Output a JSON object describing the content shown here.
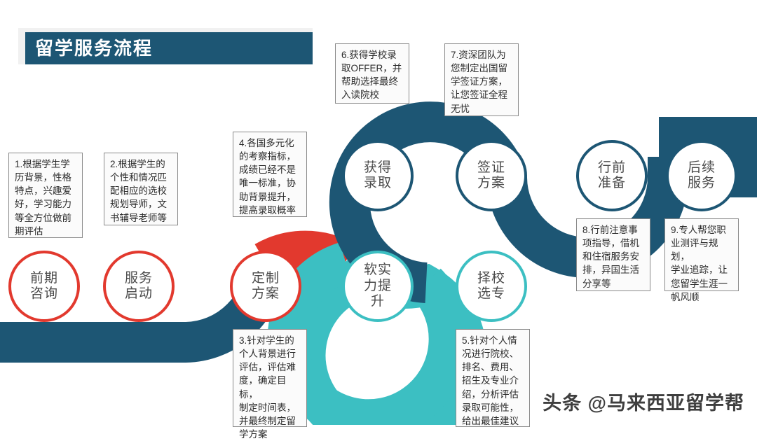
{
  "header": {
    "title": "留学服务流程"
  },
  "colors": {
    "navy": "#1d5674",
    "red": "#e2392e",
    "teal": "#3cbfc2",
    "title_bar": "#1d5674",
    "title_text": "#ffffff",
    "note_border": "#8a8a8a",
    "node_text": "#4a4a4a",
    "background": "#ffffff"
  },
  "nodes": [
    {
      "id": "pre-consult",
      "label": "前期\n咨询",
      "ring": "red"
    },
    {
      "id": "service-start",
      "label": "服务\n启动",
      "ring": "red"
    },
    {
      "id": "custom-plan",
      "label": "定制\n方案",
      "ring": "red"
    },
    {
      "id": "soft-skill",
      "label": "软实\n力提\n升",
      "ring": "teal"
    },
    {
      "id": "school-major",
      "label": "择校\n选专",
      "ring": "teal"
    },
    {
      "id": "admission",
      "label": "获得\n录取",
      "ring": "navy"
    },
    {
      "id": "visa-plan",
      "label": "签证\n方案",
      "ring": "navy"
    },
    {
      "id": "pre-departure",
      "label": "行前\n准备",
      "ring": "navy"
    },
    {
      "id": "follow-up",
      "label": "后续\n服务",
      "ring": "navy"
    }
  ],
  "notes": [
    {
      "id": "note-1",
      "text": "1.根据学生学\n历背景，性格\n特点，兴趣爱\n好，学习能力\n等全方位做前\n期评估"
    },
    {
      "id": "note-2",
      "text": "2.根据学生的\n个性和情况匹\n配相应的选校\n规划导师，文\n书辅导老师等"
    },
    {
      "id": "note-3",
      "text": "3.针对学生的\n个人背景进行\n评估，评估难\n度，确定目标，\n制定时间表，\n并最终制定留\n学方案"
    },
    {
      "id": "note-4",
      "text": "4.各国多元化\n的考察指标，\n成绩已经不是\n唯一标准，协\n助背景提升，\n提高录取概率"
    },
    {
      "id": "note-5",
      "text": "5.针对个人情\n况进行院校、\n排名、费用、\n招生及专业介\n绍，分析评估\n录取可能性，\n给出最佳建议"
    },
    {
      "id": "note-6",
      "text": "6.获得学校录\n取OFFER，并\n帮助选择最终\n入读院校"
    },
    {
      "id": "note-7",
      "text": "7.资深团队为\n您制定出国留\n学签证方案，\n让您签证全程\n无忧"
    },
    {
      "id": "note-8",
      "text": "8.行前注意事\n项指导，借机\n和住宿服务安\n排，异国生活\n分享等"
    },
    {
      "id": "note-9",
      "text": "9.专人帮您职\n业测评与规划，\n学业追踪，让\n您留学生涯一\n帆风顺"
    }
  ],
  "watermark": {
    "text": "头条 @马来西亚留学帮"
  }
}
